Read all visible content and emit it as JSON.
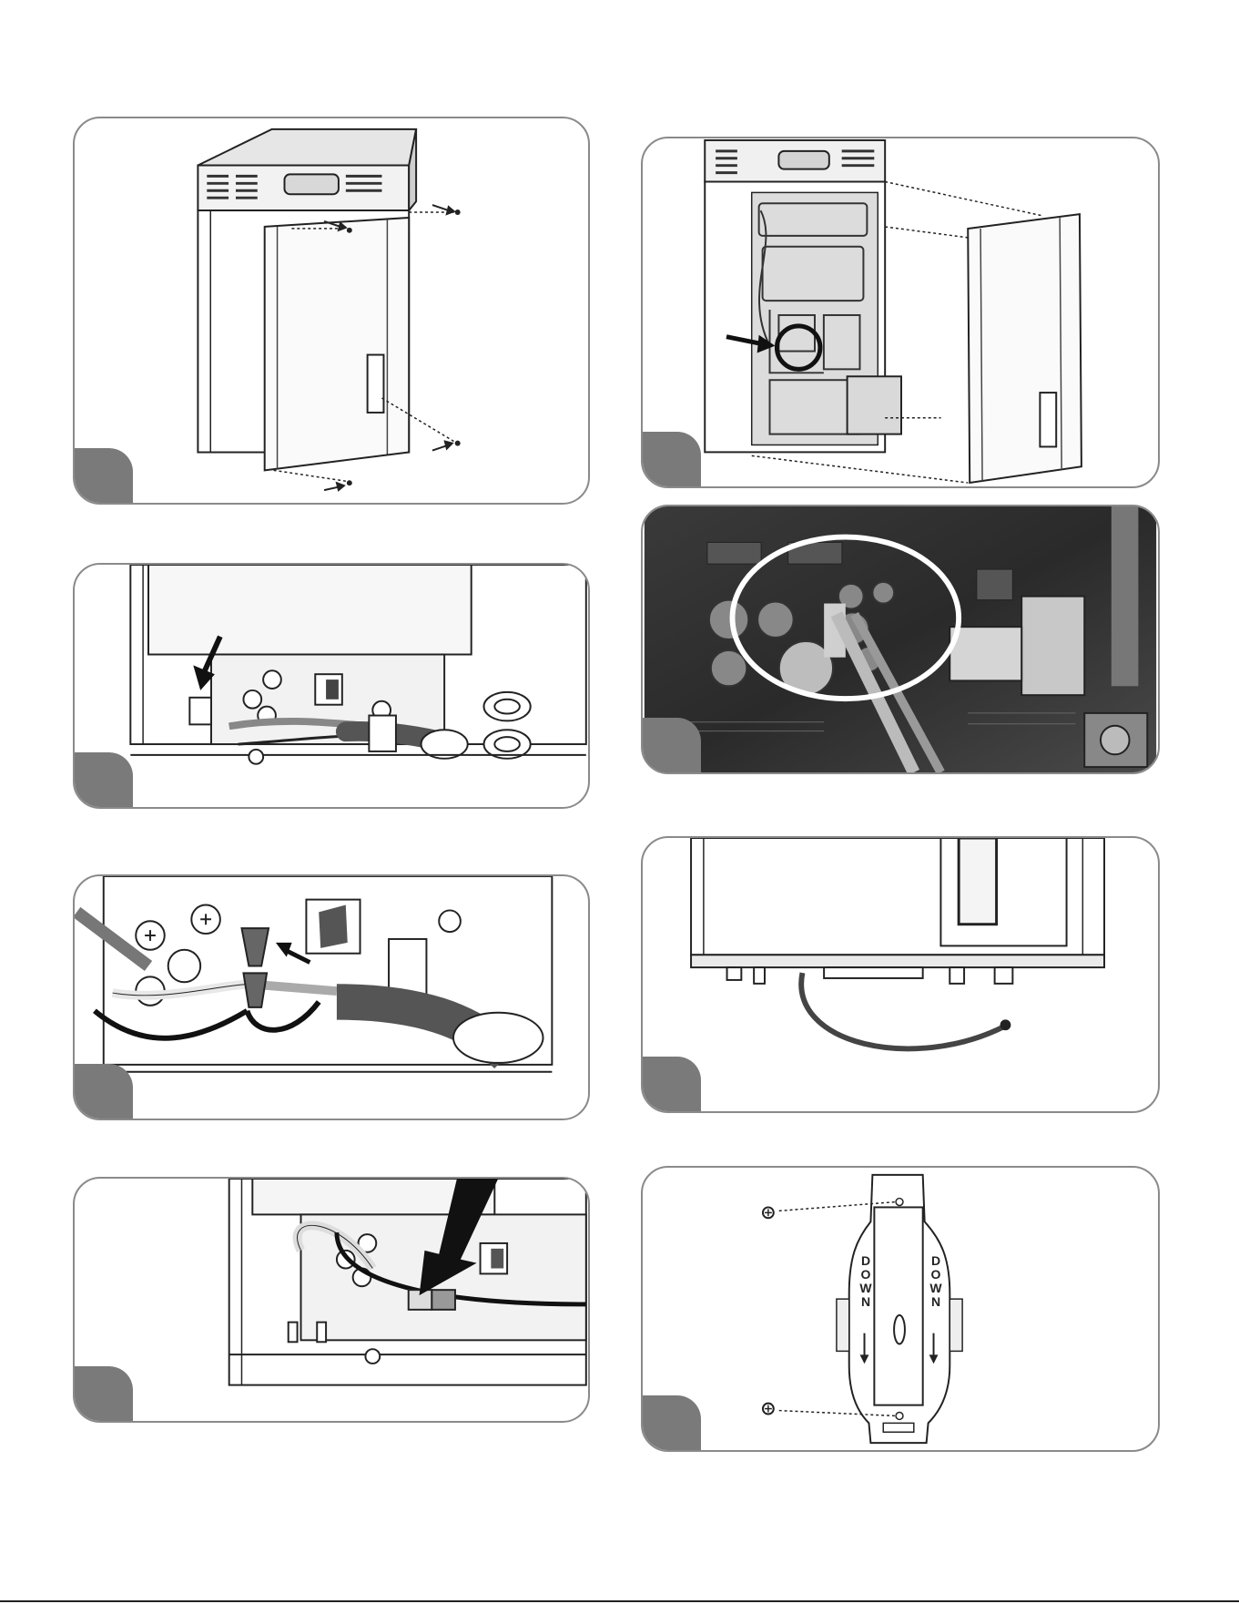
{
  "figures": [
    {
      "id": "front-cover-screws"
    },
    {
      "id": "remove-front-cover"
    },
    {
      "id": "power-connector"
    },
    {
      "id": "circuit-board-closeup"
    },
    {
      "id": "wire-nut-connection"
    },
    {
      "id": "sensor-cable"
    },
    {
      "id": "plug-connector"
    },
    {
      "id": "mounting-bracket"
    }
  ],
  "bracket_label": "DOWN",
  "colors": {
    "panel_border": "#8a8a8a",
    "step_tab": "#7a7a7a"
  }
}
